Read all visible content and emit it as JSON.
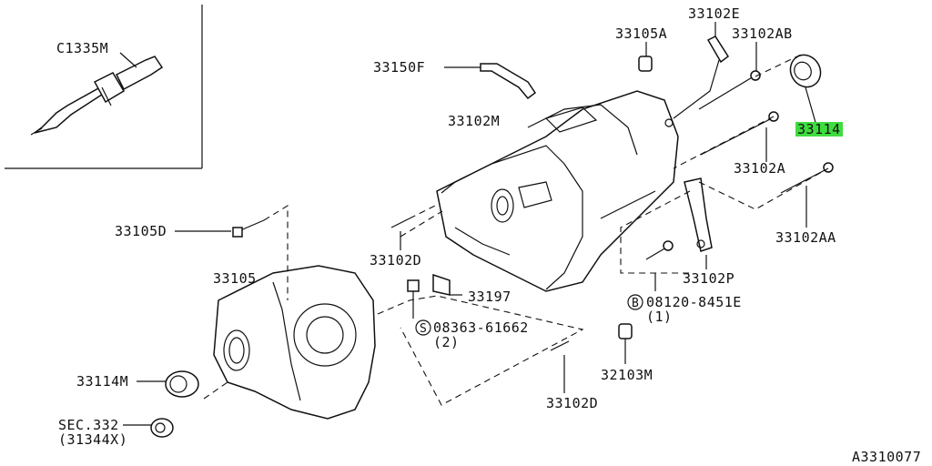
{
  "diagram": {
    "labels": {
      "c1335m": "C1335M",
      "p33105a": "33105A",
      "p33102e": "33102E",
      "p33102ab": "33102AB",
      "p33150f": "33150F",
      "p33102m": "33102M",
      "p33114": "33114",
      "p33102a": "33102A",
      "p33105d": "33105D",
      "p33102d_top": "33102D",
      "p33102aa": "33102AA",
      "p33105": "33105",
      "p33197": "33197",
      "p33102p": "33102P",
      "bolt_b_code": "08120-8451E",
      "bolt_b_qty": "(1)",
      "bolt_b_mark": "B",
      "screw_s_code": "08363-61662",
      "screw_s_qty": "(2)",
      "screw_s_mark": "S",
      "p33114m": "33114M",
      "p32103m": "32103M",
      "p33102d_bottom": "33102D",
      "sec332": "SEC.332",
      "sec332_ref": "(31344X)",
      "diagram_id": "A3310077"
    },
    "highlight_color": "#3fdc3f"
  }
}
